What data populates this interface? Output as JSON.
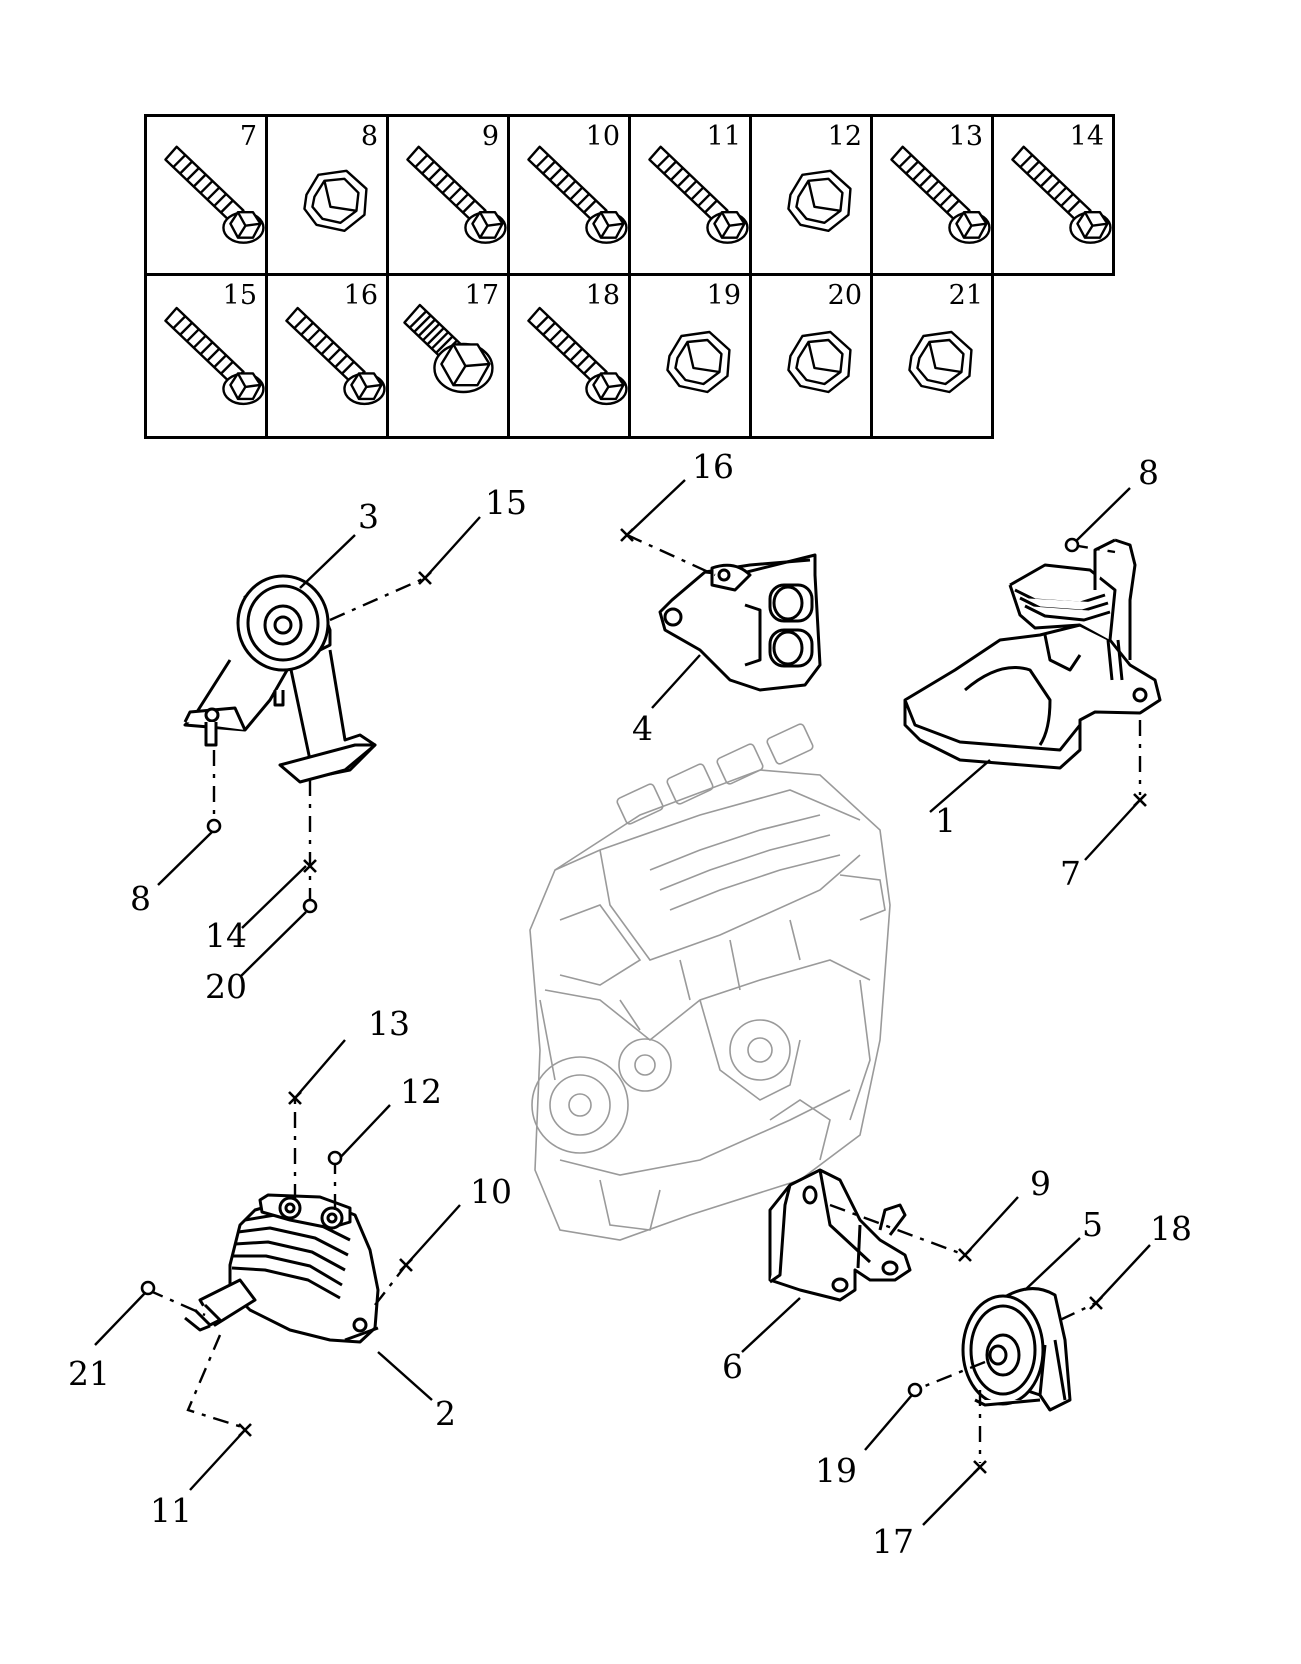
{
  "fastener_table": {
    "cells": [
      {
        "number": "7",
        "kind": "bolt"
      },
      {
        "number": "8",
        "kind": "nut"
      },
      {
        "number": "9",
        "kind": "bolt"
      },
      {
        "number": "10",
        "kind": "bolt"
      },
      {
        "number": "11",
        "kind": "bolt"
      },
      {
        "number": "12",
        "kind": "nut"
      },
      {
        "number": "13",
        "kind": "bolt"
      },
      {
        "number": "14",
        "kind": "bolt"
      },
      {
        "number": "15",
        "kind": "bolt"
      },
      {
        "number": "16",
        "kind": "bolt"
      },
      {
        "number": "17",
        "kind": "bolt-large"
      },
      {
        "number": "18",
        "kind": "bolt"
      },
      {
        "number": "19",
        "kind": "nut"
      },
      {
        "number": "20",
        "kind": "nut"
      },
      {
        "number": "21",
        "kind": "nut"
      }
    ]
  },
  "callouts": {
    "c1": "1",
    "c2": "2",
    "c3": "3",
    "c4": "4",
    "c5": "5",
    "c6": "6",
    "c7": "7",
    "c8a": "8",
    "c8b": "8",
    "c9": "9",
    "c10": "10",
    "c11": "11",
    "c12": "12",
    "c13": "13",
    "c14": "14",
    "c15": "15",
    "c16": "16",
    "c17": "17",
    "c18": "18",
    "c19": "19",
    "c20": "20",
    "c21": "21"
  },
  "colors": {
    "line": "#000000",
    "engine": "#9a9a9a",
    "background": "#ffffff"
  }
}
